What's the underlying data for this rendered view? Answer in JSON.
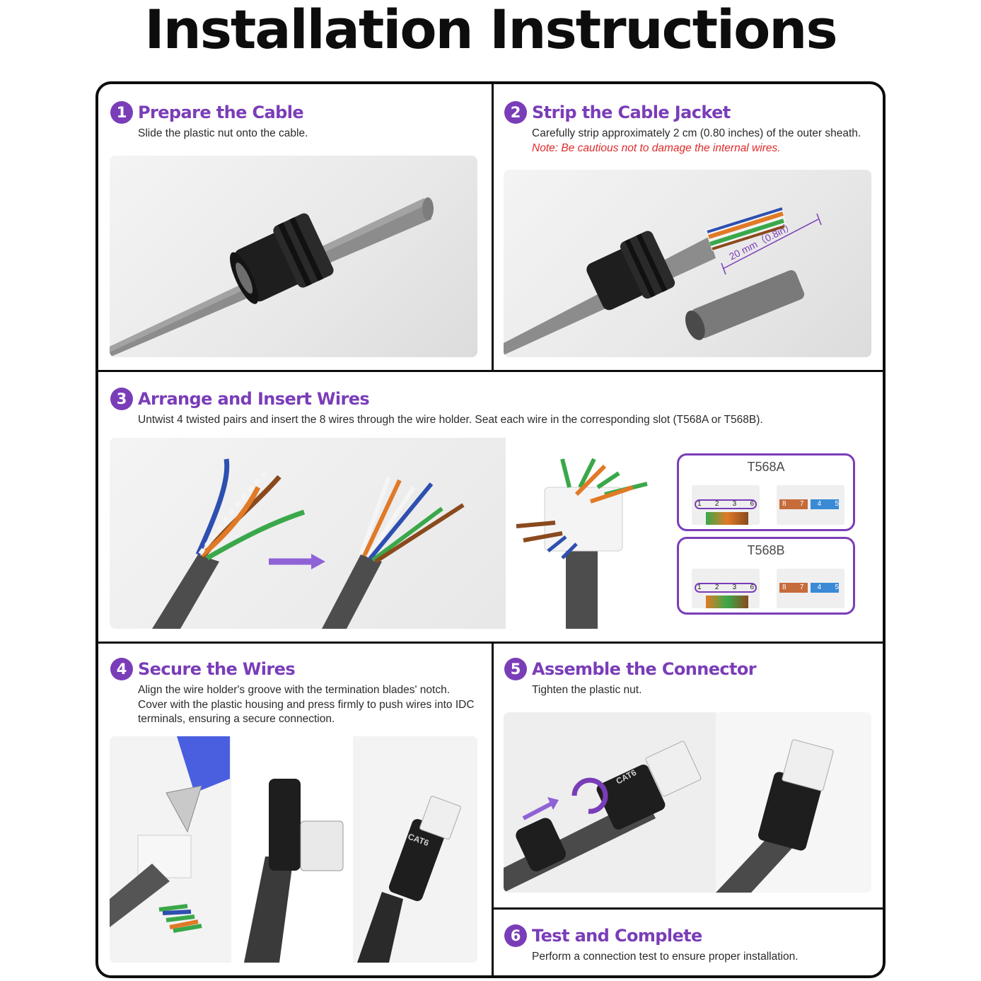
{
  "title": "Installation Instructions",
  "colors": {
    "accent": "#7a3db8",
    "note": "#e02a2a",
    "cable": "#8a8a8a",
    "nut": "#1e1e1e"
  },
  "steps": [
    {
      "number": "1",
      "title": "Prepare the Cable",
      "description": "Slide the plastic nut onto the cable."
    },
    {
      "number": "2",
      "title": "Strip the Cable Jacket",
      "description": "Carefully strip approximately 2 cm (0.80 inches) of the outer sheath.",
      "note": "Note: Be cautious not to damage the internal wires.",
      "measure_label": "20 mm（0.8in）"
    },
    {
      "number": "3",
      "title": "Arrange and Insert Wires",
      "description": "Untwist 4 twisted pairs and insert the 8 wires through the wire holder. Seat each wire in the corresponding slot (T568A or T568B).",
      "standards": [
        {
          "name": "T568A",
          "left_pins": [
            "1",
            "2",
            "3",
            "6"
          ],
          "right_pins": [
            "8",
            "7",
            "4",
            "5"
          ]
        },
        {
          "name": "T568B",
          "left_pins": [
            "1",
            "2",
            "3",
            "6"
          ],
          "right_pins": [
            "8",
            "7",
            "4",
            "5"
          ]
        }
      ]
    },
    {
      "number": "4",
      "title": "Secure the Wires",
      "description": "Align the wire holder's groove with the termination blades' notch. Cover with the plastic housing and press firmly to push wires into IDC terminals, ensuring a secure connection.",
      "connector_label": "CAT6"
    },
    {
      "number": "5",
      "title": "Assemble the Connector",
      "description": "Tighten the plastic nut.",
      "connector_label": "CAT6"
    },
    {
      "number": "6",
      "title": "Test and Complete",
      "description": "Perform a connection test to ensure proper installation."
    }
  ]
}
